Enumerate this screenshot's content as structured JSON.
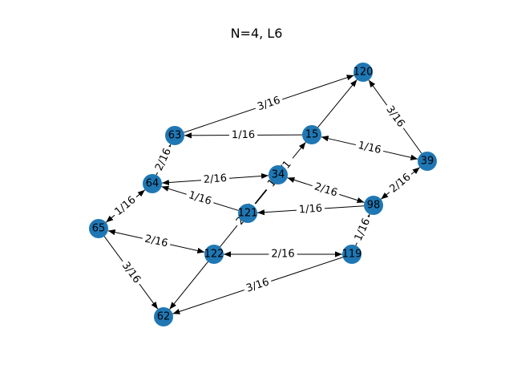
{
  "title": "N=4, L6",
  "colors": {
    "node_fill": "#1f77b4",
    "edge": "#000000",
    "text": "#000000",
    "background": "#ffffff"
  },
  "nodes": [
    {
      "id": "120"
    },
    {
      "id": "63"
    },
    {
      "id": "15"
    },
    {
      "id": "39"
    },
    {
      "id": "64"
    },
    {
      "id": "34"
    },
    {
      "id": "98"
    },
    {
      "id": "121"
    },
    {
      "id": "65"
    },
    {
      "id": "122"
    },
    {
      "id": "119"
    },
    {
      "id": "62"
    }
  ],
  "edges": [
    {
      "from": "63",
      "to": "120",
      "label": "3/16",
      "bidirectional": false
    },
    {
      "from": "15",
      "to": "63",
      "label": "1/16",
      "bidirectional": false
    },
    {
      "from": "15",
      "to": "120",
      "label": "",
      "bidirectional": false
    },
    {
      "from": "39",
      "to": "120",
      "label": "3/16",
      "bidirectional": false
    },
    {
      "from": "15",
      "to": "39",
      "label": "1/16",
      "bidirectional": true
    },
    {
      "from": "64",
      "to": "63",
      "label": "2/16",
      "bidirectional": false
    },
    {
      "from": "64",
      "to": "34",
      "label": "2/16",
      "bidirectional": true
    },
    {
      "from": "121",
      "to": "64",
      "label": "1/16",
      "bidirectional": false
    },
    {
      "from": "121",
      "to": "15",
      "label": "1/ 3/1",
      "bidirectional": false
    },
    {
      "from": "34",
      "to": "98",
      "label": "2/16",
      "bidirectional": true
    },
    {
      "from": "98",
      "to": "39",
      "label": "2/16",
      "bidirectional": true
    },
    {
      "from": "98",
      "to": "121",
      "label": "1/16",
      "bidirectional": false
    },
    {
      "from": "65",
      "to": "64",
      "label": "1/16",
      "bidirectional": true
    },
    {
      "from": "65",
      "to": "122",
      "label": "2/16",
      "bidirectional": true
    },
    {
      "from": "122",
      "to": "34",
      "label": "2/16",
      "bidirectional": false
    },
    {
      "from": "65",
      "to": "62",
      "label": "3/16",
      "bidirectional": false
    },
    {
      "from": "122",
      "to": "62",
      "label": "",
      "bidirectional": false
    },
    {
      "from": "122",
      "to": "119",
      "label": "2/16",
      "bidirectional": true
    },
    {
      "from": "119",
      "to": "98",
      "label": "1/16",
      "bidirectional": false
    },
    {
      "from": "119",
      "to": "62",
      "label": "3/16",
      "bidirectional": false
    }
  ]
}
